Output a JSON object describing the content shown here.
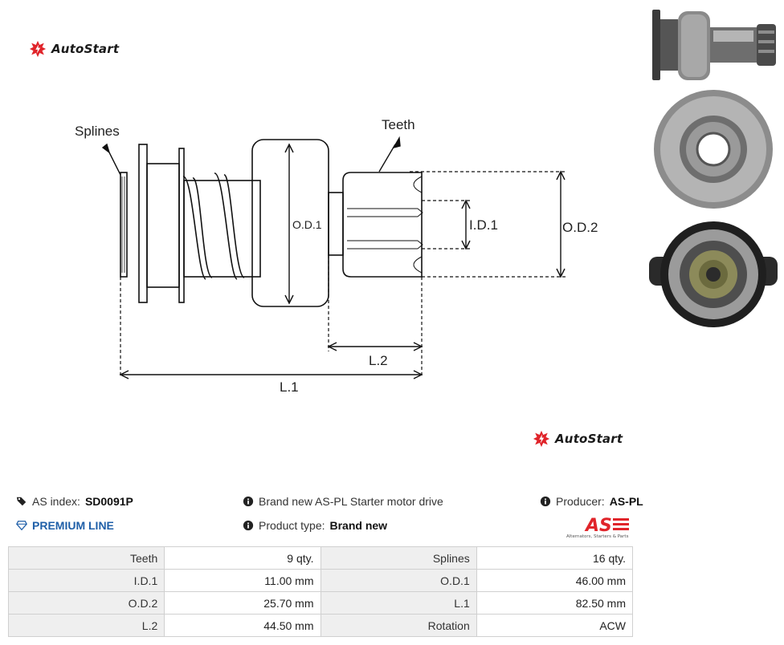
{
  "brand": {
    "name": "AutoStart"
  },
  "diagram": {
    "labels": {
      "splines": "Splines",
      "teeth": "Teeth",
      "od1": "O.D.1",
      "id1": "I.D.1",
      "od2": "O.D.2",
      "l2": "L.2",
      "l1": "L.1"
    }
  },
  "info": {
    "as_index_label": "AS index:",
    "as_index_value": "SD0091P",
    "premium": "PREMIUM LINE",
    "description": "Brand new AS-PL Starter motor drive",
    "product_type_label": "Product type:",
    "product_type_value": "Brand new",
    "producer_label": "Producer:",
    "producer_value": "AS-PL",
    "producer_logo_text": "AS",
    "producer_logo_tagline": "Alternators, Starters & Parts"
  },
  "specs": [
    {
      "k1": "Teeth",
      "v1": "9 qty.",
      "k2": "Splines",
      "v2": "16 qty."
    },
    {
      "k1": "I.D.1",
      "v1": "11.00 mm",
      "k2": "O.D.1",
      "v2": "46.00 mm"
    },
    {
      "k1": "O.D.2",
      "v1": "25.70 mm",
      "k2": "L.1",
      "v2": "82.50 mm"
    },
    {
      "k1": "L.2",
      "v1": "44.50 mm",
      "k2": "Rotation",
      "v2": "ACW"
    }
  ],
  "colors": {
    "brand_red": "#e0242a",
    "premium_blue": "#1f5fa8"
  },
  "icons": [
    "tags-icon",
    "diamond-icon",
    "info-circle-icon"
  ]
}
